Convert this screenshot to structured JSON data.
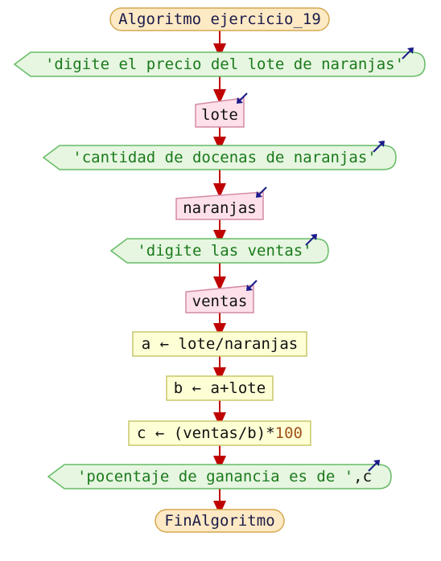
{
  "colors": {
    "arrow": "#c00000",
    "terminal_fill": "#fde9c4",
    "terminal_stroke": "#d4a850",
    "io_fill": "#e6f6e1",
    "io_stroke": "#66bb66",
    "input_fill": "#fde0ea",
    "input_stroke": "#d38aa6",
    "assign_fill": "#ffffd6",
    "assign_stroke": "#c9c76a",
    "text_dark": "#1a1a4a",
    "text_green": "#1b7a1b",
    "text_black": "#111111",
    "number": "#a0521a",
    "io_arrow": "#1a1a8a"
  },
  "flow": {
    "start": {
      "label": "Algoritmo ejercicio_19"
    },
    "steps": [
      {
        "id": "escribir-1",
        "type": "output",
        "parts": [
          {
            "t": "'digite el precio del lote de naranjas'",
            "c": "green"
          }
        ]
      },
      {
        "id": "leer-lote",
        "type": "input",
        "parts": [
          {
            "t": "lote",
            "c": "black"
          }
        ]
      },
      {
        "id": "escribir-2",
        "type": "output",
        "parts": [
          {
            "t": "'cantidad de docenas de naranjas'",
            "c": "green"
          }
        ]
      },
      {
        "id": "leer-naranjas",
        "type": "input",
        "parts": [
          {
            "t": "naranjas",
            "c": "black"
          }
        ]
      },
      {
        "id": "escribir-3",
        "type": "output",
        "parts": [
          {
            "t": "'digite las ventas'",
            "c": "green"
          }
        ]
      },
      {
        "id": "leer-ventas",
        "type": "input",
        "parts": [
          {
            "t": "ventas",
            "c": "black"
          }
        ]
      },
      {
        "id": "asignar-a",
        "type": "assign",
        "parts": [
          {
            "t": "a ← lote/naranjas",
            "c": "black"
          }
        ]
      },
      {
        "id": "asignar-b",
        "type": "assign",
        "parts": [
          {
            "t": "b ← a+lote",
            "c": "black"
          }
        ]
      },
      {
        "id": "asignar-c",
        "type": "assign",
        "parts": [
          {
            "t": "c ← (ventas/b)",
            "c": "black"
          },
          {
            "t": "*",
            "c": "black"
          },
          {
            "t": "100",
            "c": "number"
          }
        ]
      },
      {
        "id": "escribir-4",
        "type": "output",
        "parts": [
          {
            "t": "'pocentaje de ganancia es de '",
            "c": "green"
          },
          {
            "t": ",c",
            "c": "black"
          }
        ]
      }
    ],
    "end": {
      "label": "FinAlgoritmo"
    }
  }
}
